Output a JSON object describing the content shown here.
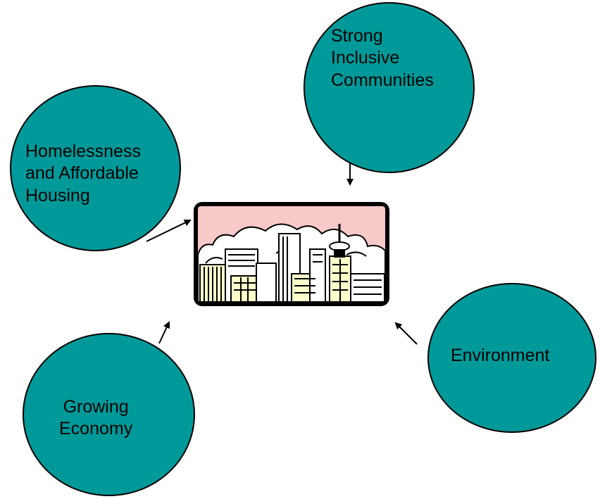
{
  "colors": {
    "circle_fill": "#009999",
    "outline": "#000000",
    "sky": "#f7c9c9",
    "building_fill": "#ffffff",
    "window_fill": "#ffffcc"
  },
  "nodes": {
    "strong_communities": {
      "lines": [
        "Strong",
        "Inclusive",
        "Communities"
      ]
    },
    "homelessness": {
      "lines": [
        "Homelessness",
        "and Affordable",
        "Housing"
      ]
    },
    "environment": {
      "lines": [
        "Environment"
      ]
    },
    "growing_economy": {
      "lines": [
        "Growing",
        "Economy"
      ]
    }
  },
  "center_image": {
    "icon": "city-skyline-icon"
  }
}
